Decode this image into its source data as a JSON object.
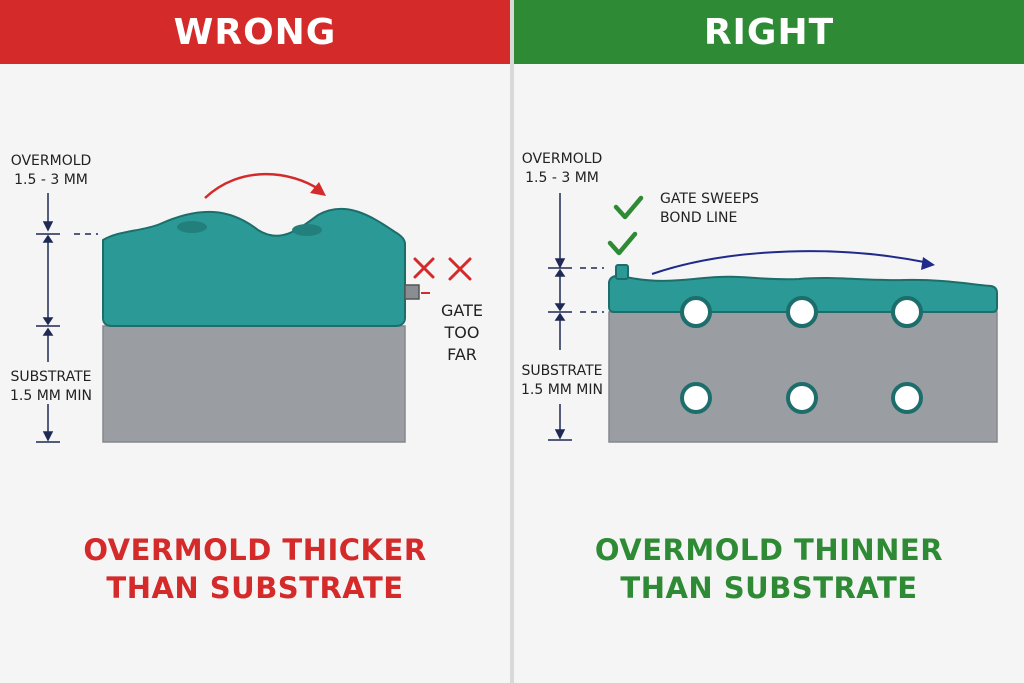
{
  "wrong": {
    "header": "WRONG",
    "overmold_label": [
      "OVERMOLD",
      "1.5 - 3 MM"
    ],
    "substrate_label": [
      "SUBSTRATE",
      "1.5 MM MIN"
    ],
    "gate_label": [
      "GATE",
      "TOO",
      "FAR"
    ],
    "caption": [
      "OVERMOLD THICKER",
      "THAN SUBSTRATE"
    ]
  },
  "right": {
    "header": "RIGHT",
    "overmold_label": [
      "OVERMOLD",
      "1.5 - 3 MM"
    ],
    "substrate_label": [
      "SUBSTRATE",
      "1.5 MM MIN"
    ],
    "gate_label": [
      "GATE SWEEPS",
      "BOND LINE"
    ],
    "caption": [
      "OVERMOLD THINNER",
      "THAN SUBSTRATE"
    ]
  },
  "colors": {
    "wrong_accent": "#d42a2a",
    "right_accent": "#2f8a35",
    "overmold": "#2b9a96",
    "overmold_edge": "#1d6e6b",
    "substrate": "#9a9ea3",
    "dimension_line": "#1f2a55",
    "flow_arrow_right": "#1f2a8a"
  },
  "icons": {
    "wrong_marks": "x-mark-icon",
    "right_marks": "check-mark-icon"
  }
}
